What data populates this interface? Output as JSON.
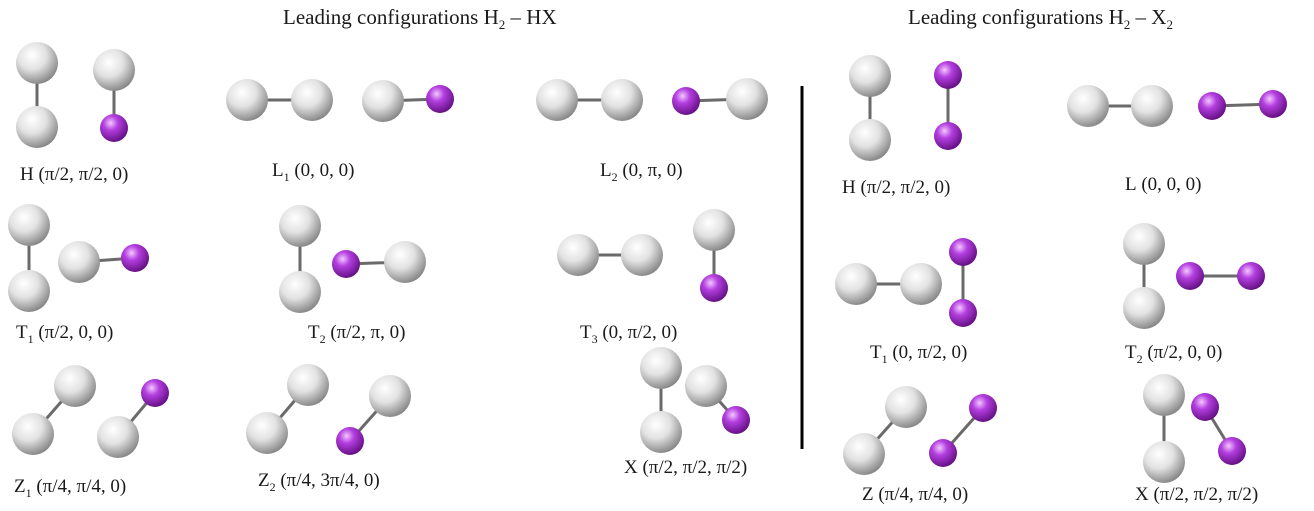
{
  "left_panel": {
    "title": {
      "pre": "Leading configurations H",
      "sub1": "2",
      "mid": " – HX",
      "sub2": ""
    },
    "configs": [
      {
        "letter": "H",
        "sub": "",
        "angles": "(π/2, π/2, 0)"
      },
      {
        "letter": "L",
        "sub": "1",
        "angles": "(0, 0, 0)"
      },
      {
        "letter": "L",
        "sub": "2",
        "angles": "(0, π, 0)"
      },
      {
        "letter": "T",
        "sub": "1",
        "angles": "(π/2, 0, 0)"
      },
      {
        "letter": "T",
        "sub": "2",
        "angles": "(π/2, π, 0)"
      },
      {
        "letter": "T",
        "sub": "3",
        "angles": "(0, π/2, 0)"
      },
      {
        "letter": "Z",
        "sub": "1",
        "angles": "(π/4, π/4, 0)"
      },
      {
        "letter": "Z",
        "sub": "2",
        "angles": "(π/4, 3π/4, 0)"
      },
      {
        "letter": "X",
        "sub": "",
        "angles": " (π/2, π/2, π/2)"
      }
    ]
  },
  "right_panel": {
    "title": {
      "pre": "Leading configurations H",
      "sub1": "2",
      "mid": " – X",
      "sub2": "2"
    },
    "configs": [
      {
        "letter": "H",
        "sub": "",
        "angles": "(π/2, π/2, 0)"
      },
      {
        "letter": "L",
        "sub": "",
        "angles": "(0, 0, 0)"
      },
      {
        "letter": "T",
        "sub": "1",
        "angles": "(0, π/2, 0)"
      },
      {
        "letter": "T",
        "sub": "2",
        "angles": "(π/2, 0, 0)"
      },
      {
        "letter": "Z",
        "sub": "",
        "angles": "(π/4, π/4, 0)"
      },
      {
        "letter": "X",
        "sub": "",
        "angles": "(π/2, π/2, π/2)"
      }
    ]
  },
  "colors": {
    "hydrogen": "#e6e6e6",
    "halogen": "#a020d0",
    "bond": "#6a6a6a",
    "divider": "#000000"
  },
  "icons": {
    "hydrogen_atom": "white-sphere-icon",
    "halogen_atom": "purple-sphere-icon"
  }
}
